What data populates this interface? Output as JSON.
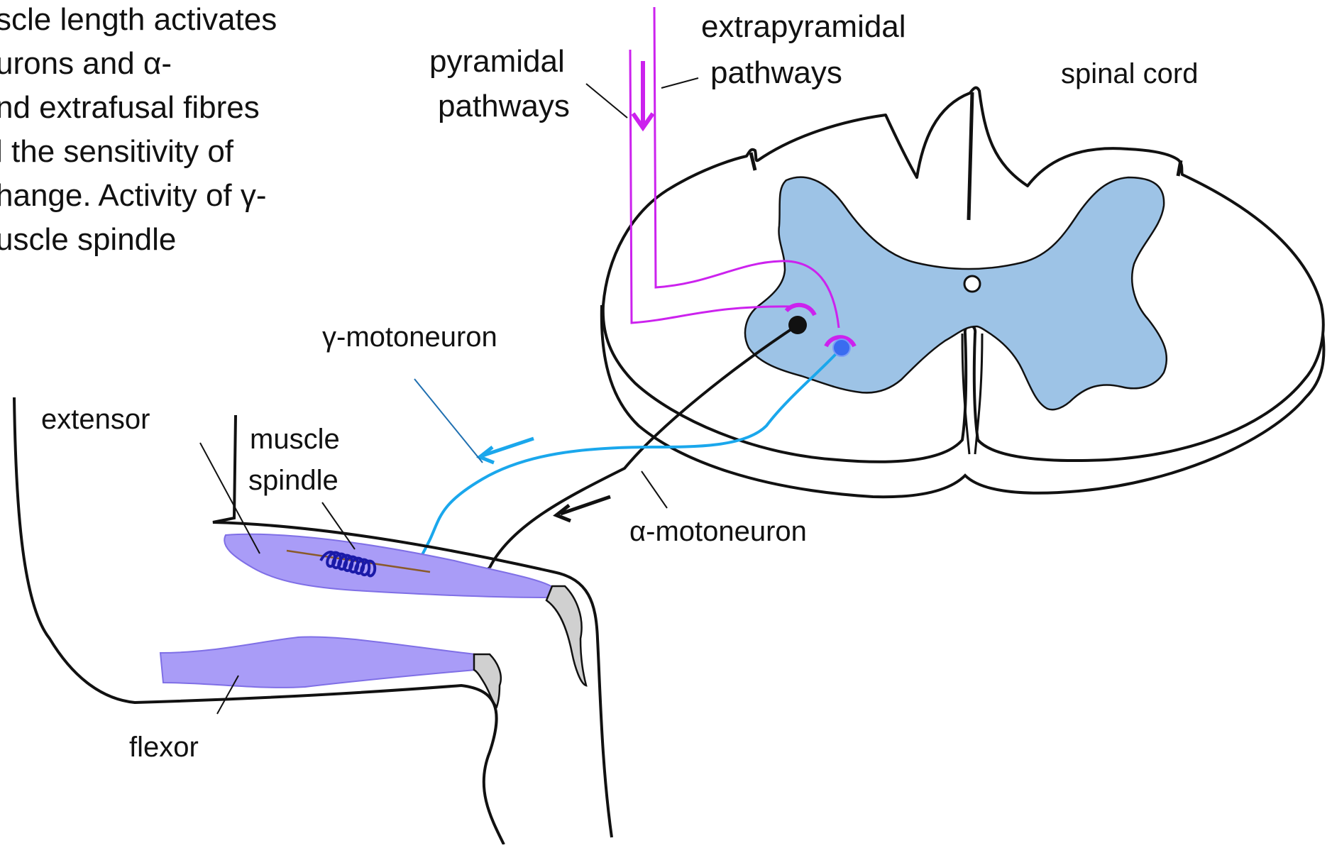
{
  "paragraph": {
    "lines": [
      "scle length activates",
      "urons and α-",
      "nd extrafusal fibres",
      "l the sensitivity of",
      "hange. Activity of γ-",
      "uscle spindle"
    ]
  },
  "labels": {
    "pyramidal_1": "pyramidal",
    "pyramidal_2": "pathways",
    "extrapyramidal_1": "extrapyramidal",
    "extrapyramidal_2": "pathways",
    "spinal_cord": "spinal cord",
    "gamma_motoneuron": "γ-motoneuron",
    "alpha_motoneuron": "α-motoneuron",
    "extensor": "extensor",
    "muscle_spindle_1": "muscle",
    "muscle_spindle_2": "spindle",
    "flexor": "flexor"
  },
  "colors": {
    "grey_matter": "#9dc3e6",
    "muscle": "#a99cf7",
    "muscle_outline": "#7f6fe6",
    "pathway": "#cc22ee",
    "gamma": "#1aa7ec",
    "alpha": "#111111",
    "spindle_coil": "#1a1aa8",
    "tendon": "#d0d0d0",
    "gamma_label_line": "#1f6fb0"
  }
}
